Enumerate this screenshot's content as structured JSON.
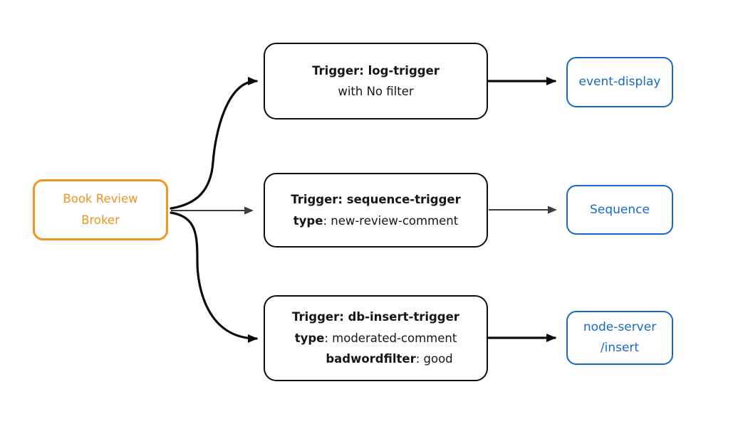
{
  "diagram": {
    "broker": {
      "lines": [
        "Book Review",
        "Broker"
      ]
    },
    "triggers": [
      {
        "lines": [
          {
            "segments": [
              {
                "bold": true,
                "text": "Trigger: log-trigger"
              }
            ]
          },
          {
            "segments": [
              {
                "bold": false,
                "text": "with No filter"
              }
            ]
          }
        ]
      },
      {
        "lines": [
          {
            "segments": [
              {
                "bold": true,
                "text": "Trigger: sequence-trigger"
              }
            ]
          },
          {
            "segments": [
              {
                "bold": true,
                "text": "type"
              },
              {
                "bold": false,
                "text": ": new-review-comment"
              }
            ]
          }
        ]
      },
      {
        "lines": [
          {
            "segments": [
              {
                "bold": true,
                "text": "Trigger: db-insert-trigger"
              }
            ]
          },
          {
            "segments": [
              {
                "bold": true,
                "text": "type"
              },
              {
                "bold": false,
                "text": ": moderated-comment"
              }
            ]
          },
          {
            "indent": true,
            "segments": [
              {
                "bold": true,
                "text": "badwordfilter"
              },
              {
                "bold": false,
                "text": ": good"
              }
            ]
          }
        ]
      }
    ],
    "sinks": [
      {
        "lines": [
          "event-display"
        ]
      },
      {
        "lines": [
          "Sequence"
        ]
      },
      {
        "lines": [
          "node-server",
          "/insert"
        ]
      }
    ],
    "colors": {
      "broker_accent": "#F29422",
      "sink_accent": "#1669C9",
      "node_border": "#0D0D0D",
      "text": "#161616",
      "edge_primary": "#0B0B0B",
      "edge_secondary": "#3C3C3C",
      "background": "#FFFFFF"
    }
  }
}
